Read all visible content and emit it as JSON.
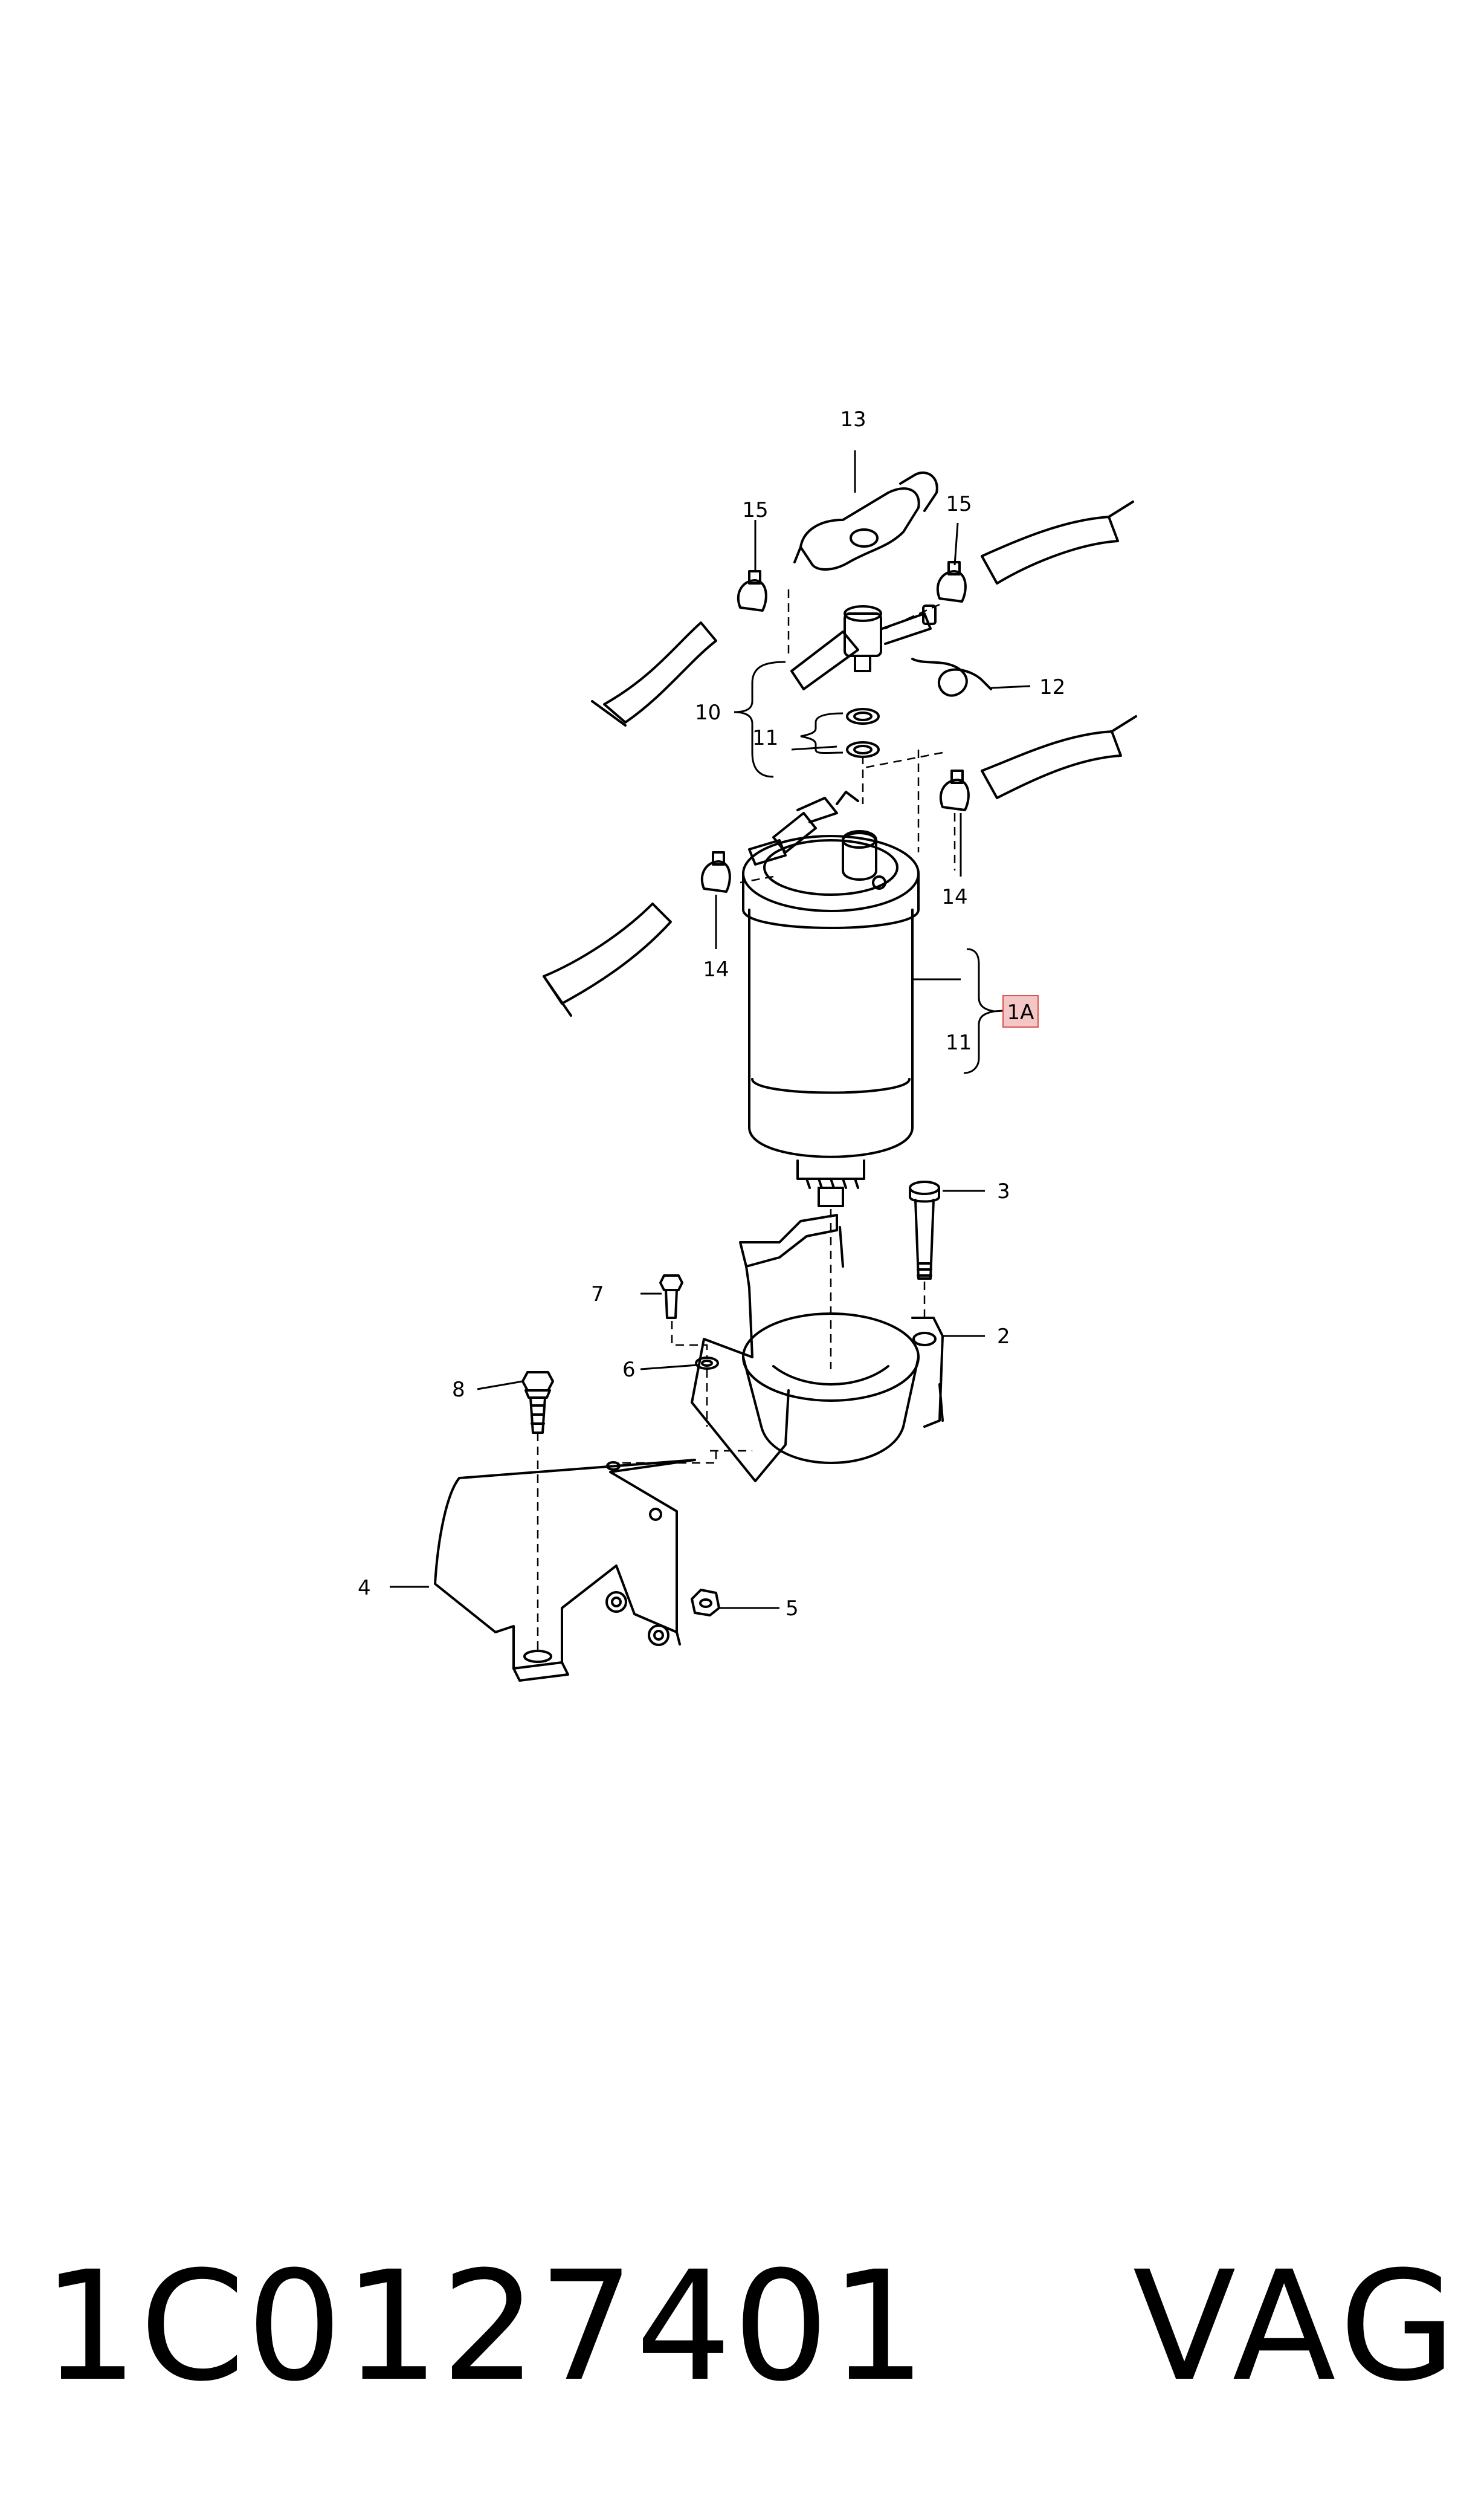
{
  "callouts": {
    "c13": "13",
    "c15a": "15",
    "c15b": "15",
    "c12": "12",
    "c10": "10",
    "c11a": "11",
    "c14a": "14",
    "c14b": "14",
    "c1A": "1A",
    "c11b": "11",
    "c3": "3",
    "c7": "7",
    "c2": "2",
    "c6": "6",
    "c8": "8",
    "c4": "4",
    "c5": "5"
  },
  "highlight_color": "#f4c6c6",
  "highlight_border": "#d9534f",
  "footer": {
    "part_number": "1C0127401",
    "brand": "VAG"
  }
}
